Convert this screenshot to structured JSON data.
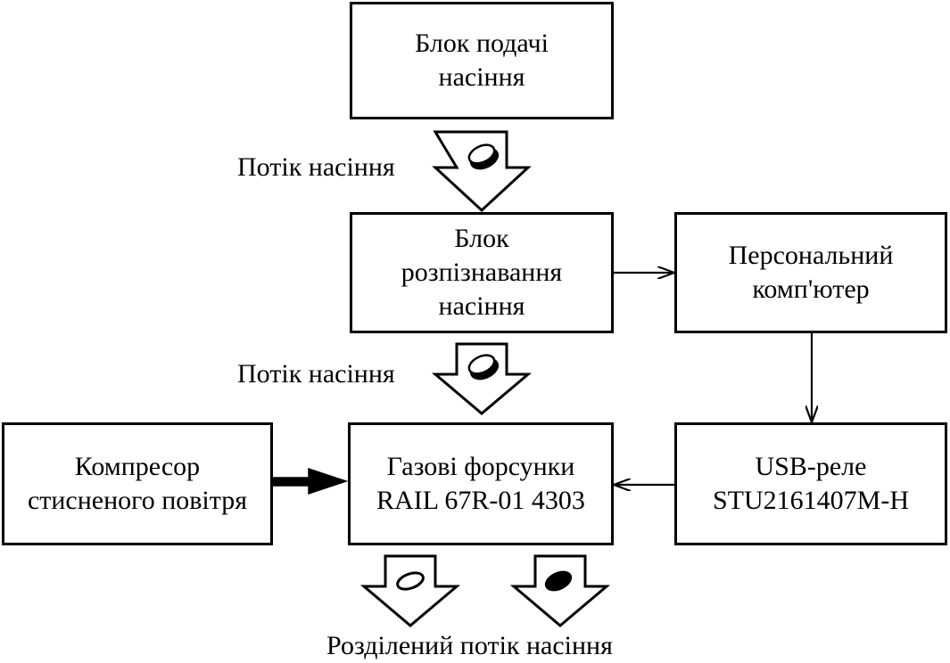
{
  "blocks": {
    "seed_feed": "Блок подачі\nнасіння",
    "seed_recognition": "Блок\nрозпізнавання\nнасіння",
    "personal_computer": "Персональний\nкомп'ютер",
    "gas_injectors": "Газові форсунки\nRAIL 67R-01 4303",
    "compressor": "Компресор\nстисненого повітря",
    "usb_relay": "USB-реле\nSTU2161407M-H"
  },
  "labels": {
    "seed_flow_1": "Потік насіння",
    "seed_flow_2": "Потік насіння",
    "separated_flow": "Розділений потік насіння"
  },
  "colors": {
    "line": "#000000",
    "background": "#ffffff"
  }
}
